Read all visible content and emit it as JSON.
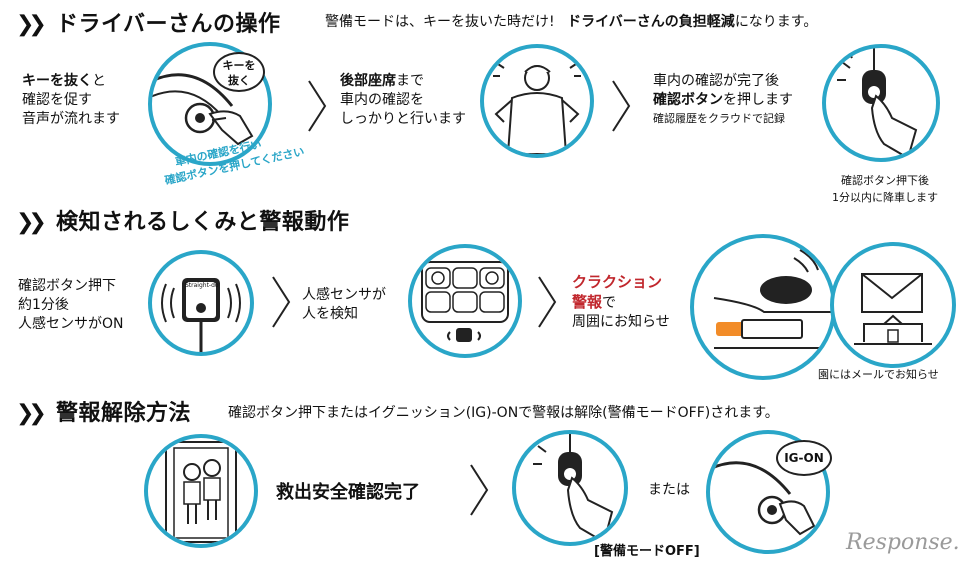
{
  "section1": {
    "title": "ドライバーさんの操作",
    "subtitle_a": "警備モードは、キーを抜いた時だけ!",
    "subtitle_b": "ドライバーさんの負担軽減",
    "subtitle_c": "になります。",
    "step1": {
      "line1_bold": "キーを抜く",
      "line1_rest": "と",
      "line2": "確認を促す",
      "line3": "音声が流れます",
      "bubble_line1": "キーを",
      "bubble_line2": "抜く",
      "arc_line1": "車内の確認を行い",
      "arc_line2": "確認ボタンを押してください"
    },
    "step2": {
      "line1_bold": "後部座席",
      "line1_rest": "まで",
      "line2": "車内の確認を",
      "line3": "しっかりと行います"
    },
    "step3": {
      "line1": "車内の確認が完了後",
      "line2_bold": "確認ボタン",
      "line2_rest": "を押します",
      "line3": "確認履歴をクラウドで記録",
      "note1": "確認ボタン押下後",
      "note2": "1分以内に降車します"
    }
  },
  "section2": {
    "title": "検知されるしくみと警報動作",
    "step1": {
      "line1": "確認ボタン押下",
      "line2": "約1分後",
      "line3": "人感センサがON",
      "device_label": "Straight-do"
    },
    "step2": {
      "line1": "人感センサが",
      "line2": "人を検知"
    },
    "step3": {
      "red1": "クラクション",
      "red2": "警報",
      "line2_rest": "で",
      "line3": "周囲にお知らせ"
    },
    "note": "園にはメールでお知らせ"
  },
  "section3": {
    "title": "警報解除方法",
    "subtitle": "確認ボタン押下またはイグニッション(IG)-ONで警報は解除(警備モードOFF)されます。",
    "complete": "救出安全確認完了",
    "or": "または",
    "mode_off": "[警備モードOFF]",
    "ig_on": "IG-ON"
  },
  "watermark": "Response."
}
